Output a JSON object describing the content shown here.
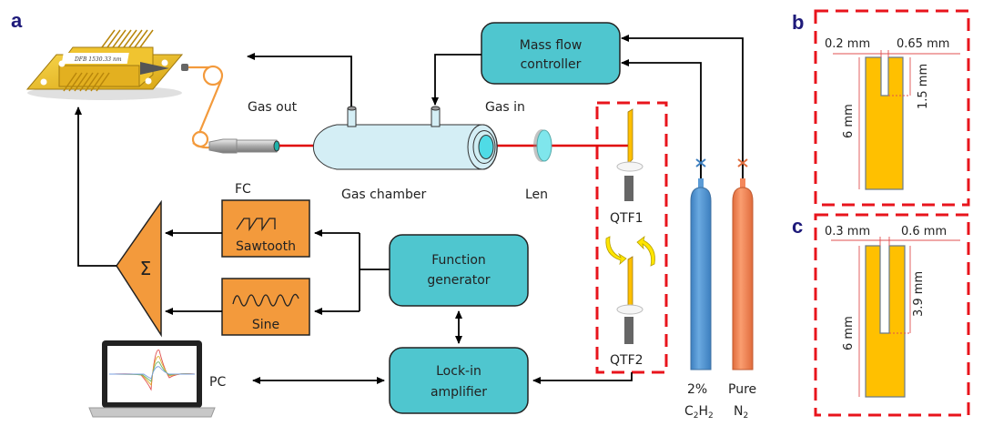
{
  "panels": {
    "a": "a",
    "b": "b",
    "c": "c"
  },
  "laser": {
    "label": "DFB 1530.33 nm"
  },
  "labels": {
    "gas_out": "Gas out",
    "gas_in": "Gas in",
    "gas_chamber": "Gas chamber",
    "len": "Len",
    "fc": "FC",
    "pc": "PC",
    "qtf1": "QTF1",
    "qtf2": "QTF2"
  },
  "boxes": {
    "mass_flow": [
      "Mass flow",
      "controller"
    ],
    "function_gen": [
      "Function",
      "generator"
    ],
    "lockin": [
      "Lock-in",
      "amplifier"
    ],
    "sawtooth": "Sawtooth",
    "sine": "Sine",
    "sum_symbol": "Σ"
  },
  "cylinders": {
    "c2h2": {
      "line1": "2%",
      "formula": "C",
      "sub1": "2",
      "mid": "H",
      "sub2": "2",
      "color": "#5b9bd5"
    },
    "n2": {
      "line1": "Pure",
      "formula": "N",
      "sub1": "2",
      "color": "#f4885c"
    }
  },
  "qtf_b": {
    "gap": "0.2 mm",
    "prong": "0.65 mm",
    "slot": "1.5 mm",
    "length": "6 mm"
  },
  "qtf_c": {
    "gap": "0.3 mm",
    "prong": "0.6 mm",
    "slot": "3.9 mm",
    "length": "6 mm"
  },
  "colors": {
    "box_teal": "#4fc6cf",
    "orange": "#f39a3c",
    "qtf_gold": "#ffc000",
    "laser_red": "#e00000",
    "dash_red": "#e8141c",
    "panel_label": "#1e1a7a",
    "chamber": "#d4eef5"
  }
}
